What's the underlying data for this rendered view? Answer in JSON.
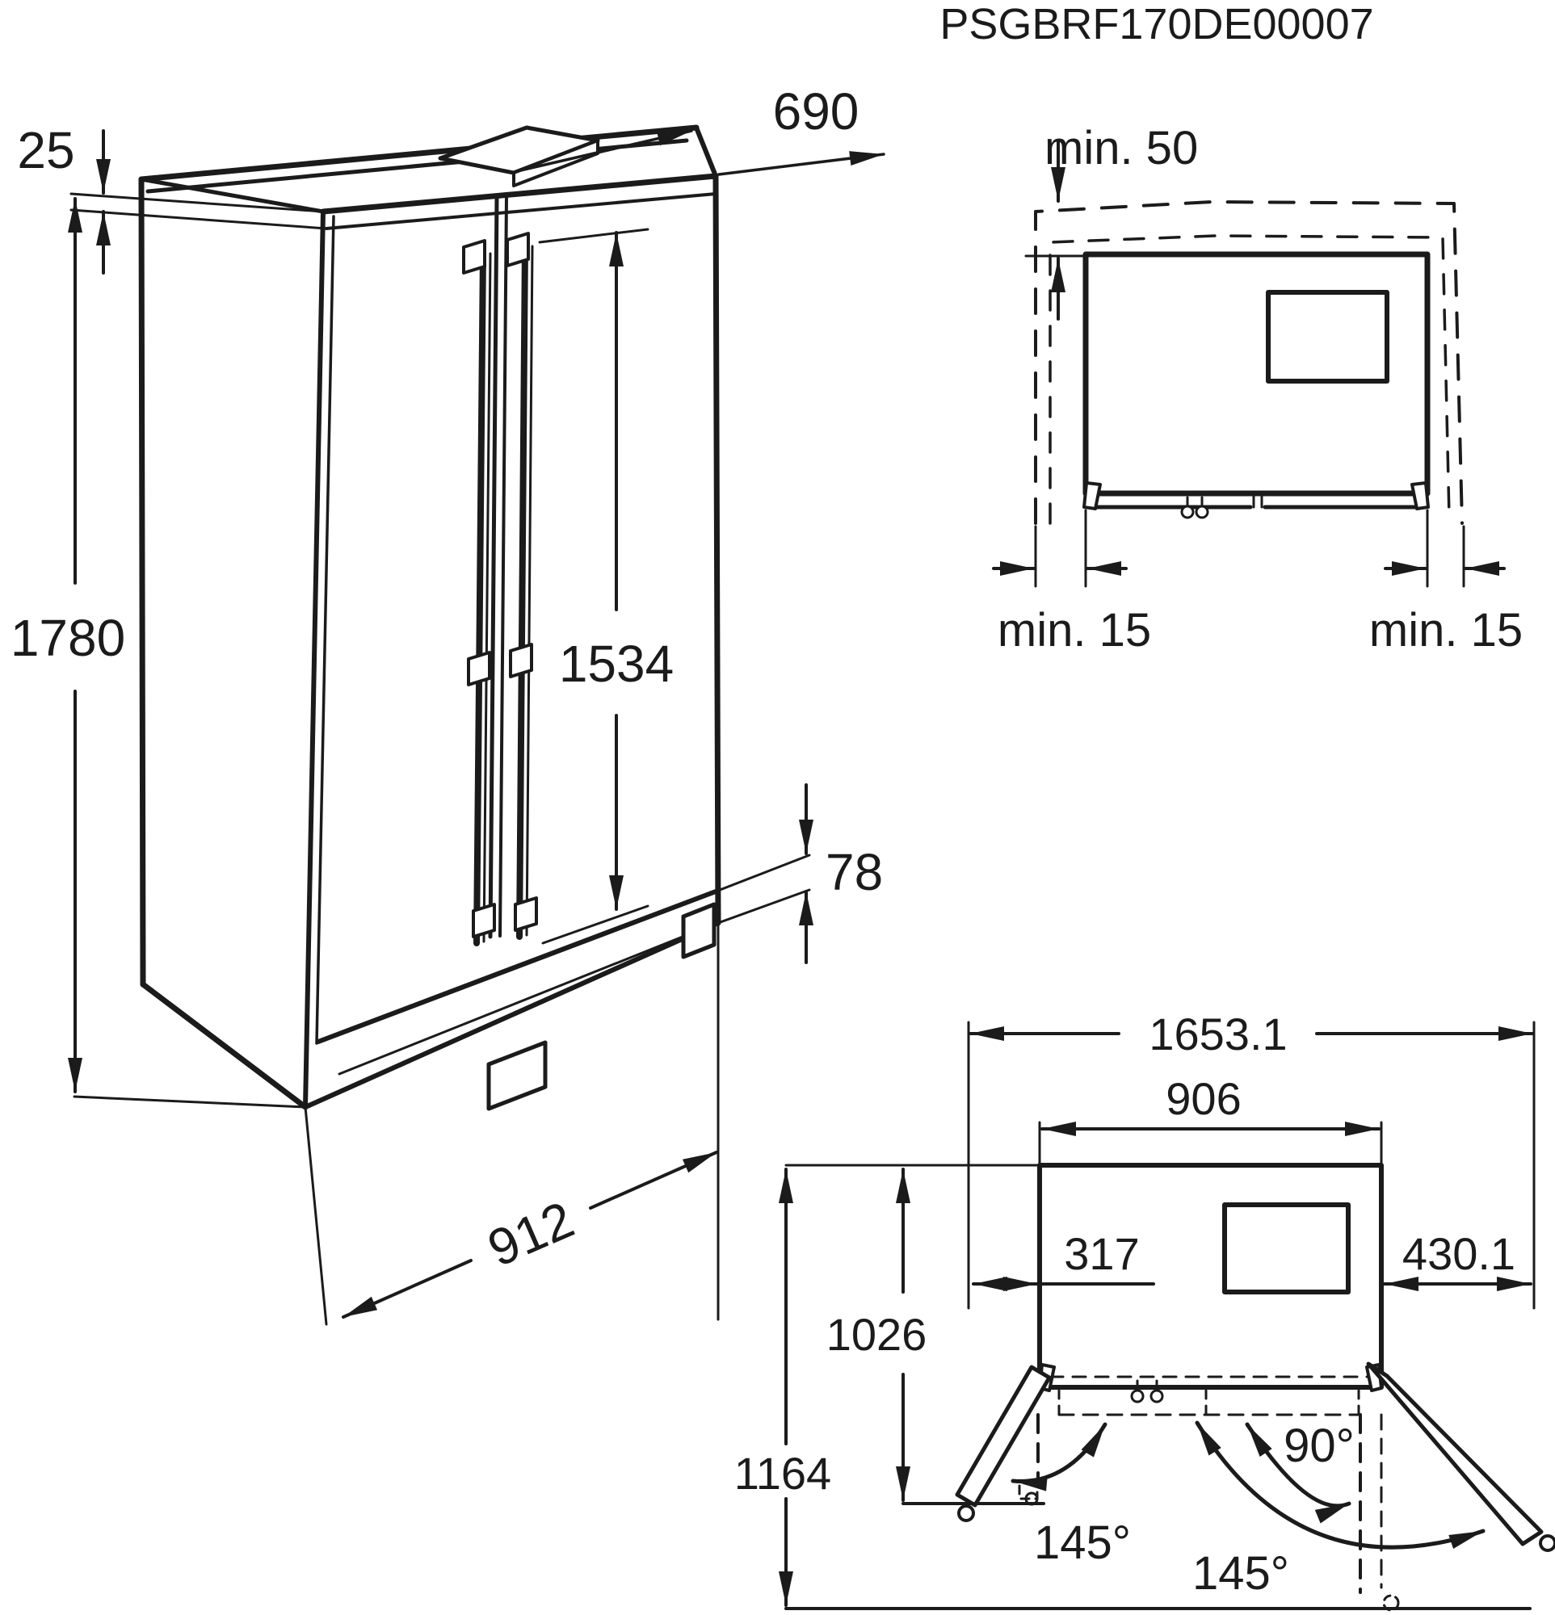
{
  "title": "PSGBRF170DE00007",
  "isometric_view": {
    "top_offset": "25",
    "depth": "690",
    "handle_height": "1534",
    "total_height": "1780",
    "plinth_height": "78",
    "width": "912"
  },
  "top_view": {
    "rear_clearance": "min. 50",
    "left_clearance": "min. 15",
    "right_clearance": "min. 15"
  },
  "door_swing_view": {
    "max_width_doors_open": "1653.1",
    "cabinet_width": "906",
    "left_door_projection": "317",
    "right_door_projection": "430.1",
    "depth_doors_90": "1026",
    "depth_doors_145": "1164",
    "angle_90": "90°",
    "angle_145_left": "145°",
    "angle_145_right": "145°"
  }
}
